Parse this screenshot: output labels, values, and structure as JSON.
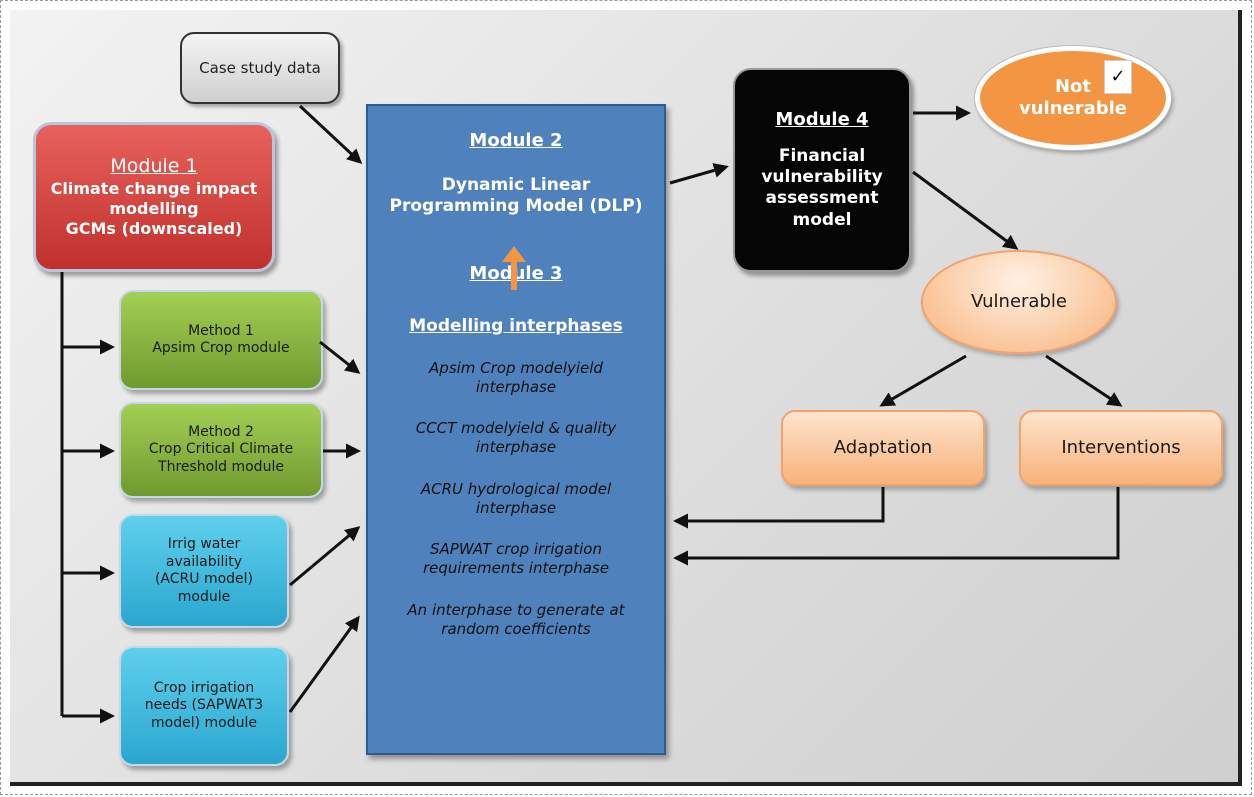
{
  "case_study": "Case study data",
  "module1": {
    "title": "Module 1",
    "lines": [
      "Climate change impact",
      "modelling",
      "GCMs (downscaled)"
    ]
  },
  "method1": {
    "lines": [
      "Method 1",
      "Apsim Crop module"
    ]
  },
  "method2": {
    "lines": [
      "Method 2",
      "Crop Critical Climate",
      "Threshold module"
    ]
  },
  "irrig": {
    "lines": [
      "Irrig water",
      "availability",
      "(ACRU model)",
      "module"
    ]
  },
  "cropirr": {
    "lines": [
      "Crop irrigation",
      "needs (SAPWAT3",
      "model) module"
    ]
  },
  "module2": {
    "title": "Module 2",
    "lines": [
      "Dynamic Linear",
      "Programming  Model (DLP)"
    ]
  },
  "module3": {
    "title": "Module 3",
    "subtitle": "Modelling interphases"
  },
  "interphases": [
    [
      "Apsim Crop modelyield",
      "interphase"
    ],
    [
      "CCCT modelyield & quality",
      "interphase"
    ],
    [
      "ACRU hydrological model",
      "interphase"
    ],
    [
      "SAPWAT crop irrigation",
      "requirements interphase"
    ],
    [
      "An interphase to generate at",
      "random coefficients"
    ]
  ],
  "module4": {
    "title": "Module 4",
    "lines": [
      "Financial",
      "vulnerability",
      "assessment",
      "model"
    ]
  },
  "not_vulnerable": {
    "lines": [
      "Not",
      "vulnerable"
    ],
    "check": "✓"
  },
  "vulnerable": "Vulnerable",
  "adaptation": "Adaptation",
  "interventions": "Interventions",
  "colors": {
    "module1": "#d1403a",
    "method": "#8bbc3f",
    "cyan": "#3bbbe0",
    "module2": "#4f81bd",
    "module4": "#000000",
    "peach": "#fbc9a0",
    "not_vulnerable": "#f39543"
  }
}
